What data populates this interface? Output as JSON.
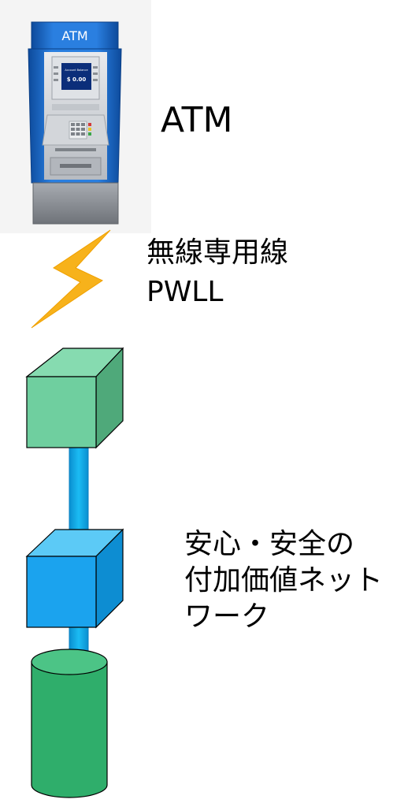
{
  "atm": {
    "screen_caption": "ATM",
    "screen_title": "Account Balance",
    "screen_amount": "$ 0.00",
    "label": "ATM",
    "colors": {
      "body": "#1f6fd1",
      "body_dark": "#0d4a9b",
      "panel": "#c9ccd0",
      "base": "#8b8f94"
    }
  },
  "link": {
    "line1": "無線専用線",
    "line2": "PWLL",
    "bolt_color": "#f7b21b"
  },
  "network": {
    "line1": "安心・安全の",
    "line2": "付加価値ネット",
    "line3": "ワーク",
    "colors": {
      "top_node": "#6fcf9f",
      "middle_node": "#1ba3ee",
      "pipe": "#17b6ee",
      "database": "#2fae6b"
    }
  }
}
